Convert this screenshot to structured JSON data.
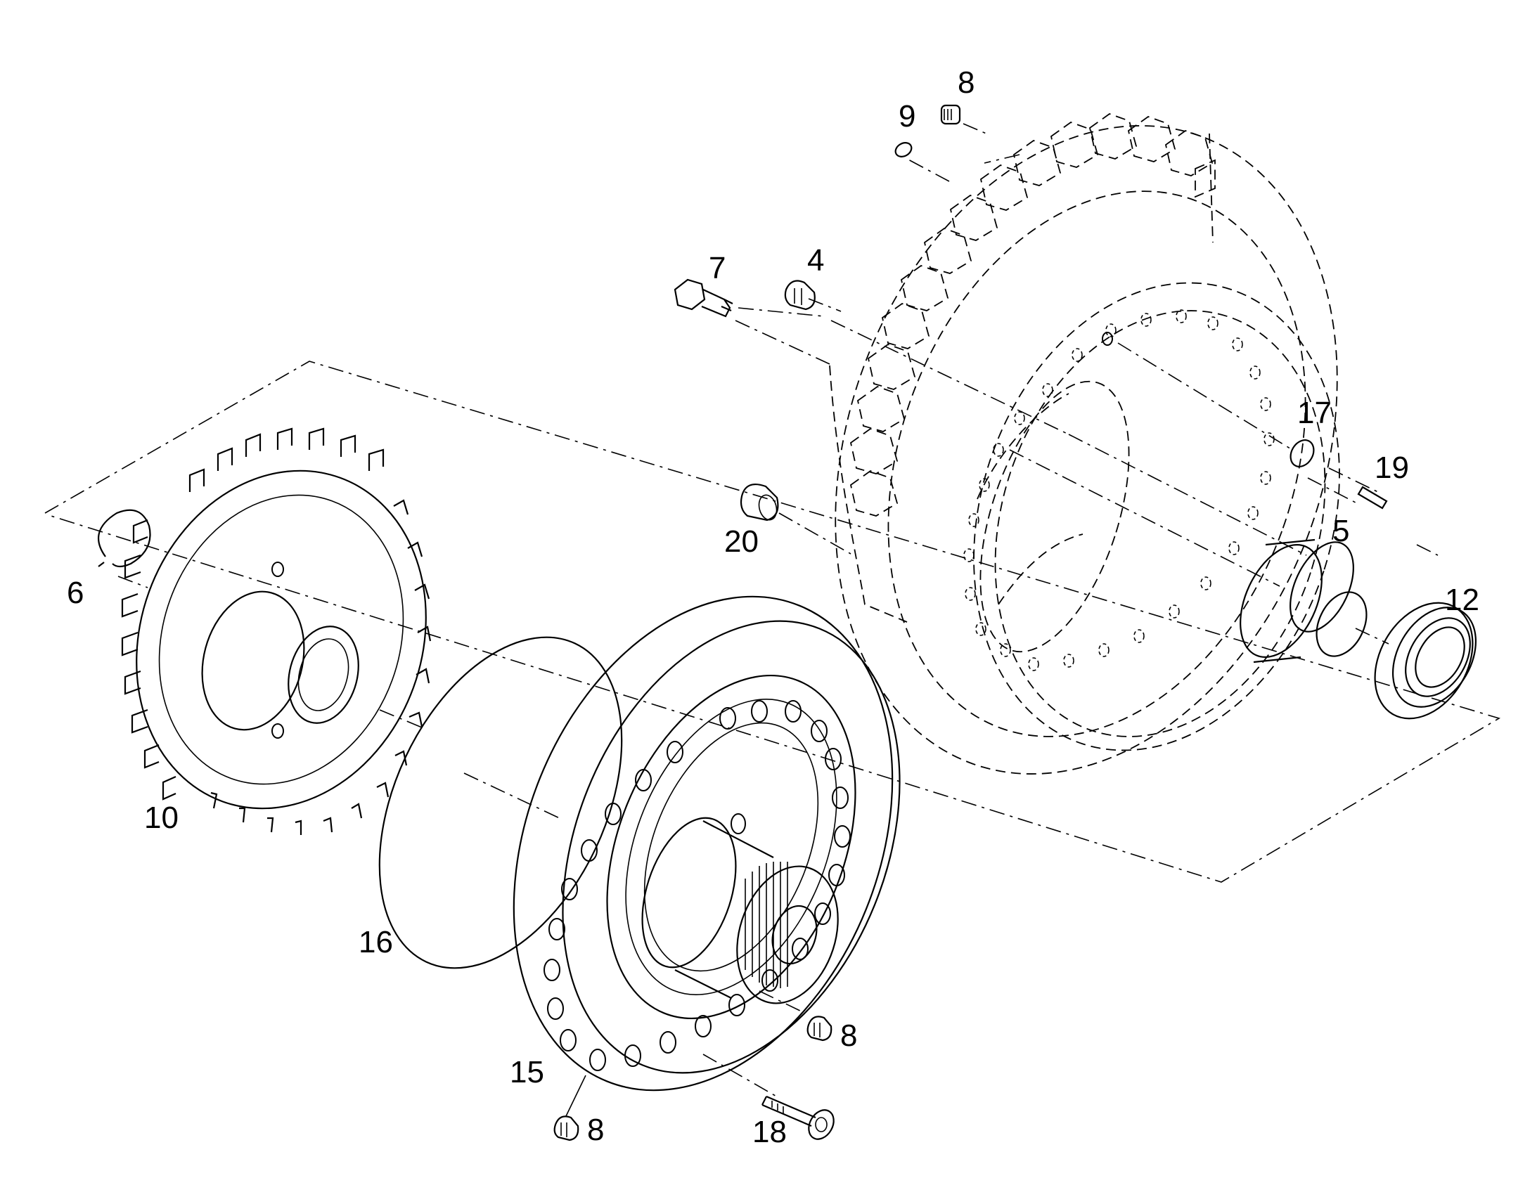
{
  "callouts": [
    {
      "id": "p8a",
      "text": "8"
    },
    {
      "id": "p9",
      "text": "9"
    },
    {
      "id": "p7",
      "text": "7"
    },
    {
      "id": "p4",
      "text": "4"
    },
    {
      "id": "p17",
      "text": "17"
    },
    {
      "id": "p19",
      "text": "19"
    },
    {
      "id": "p20",
      "text": "20"
    },
    {
      "id": "p5",
      "text": "5"
    },
    {
      "id": "p12",
      "text": "12"
    },
    {
      "id": "p6",
      "text": "6"
    },
    {
      "id": "p10",
      "text": "10"
    },
    {
      "id": "p16",
      "text": "16"
    },
    {
      "id": "p8b",
      "text": "8"
    },
    {
      "id": "p15",
      "text": "15"
    },
    {
      "id": "p8c",
      "text": "8"
    },
    {
      "id": "p18",
      "text": "18"
    }
  ],
  "colors": {
    "line": "#000000",
    "background": "#ffffff"
  }
}
